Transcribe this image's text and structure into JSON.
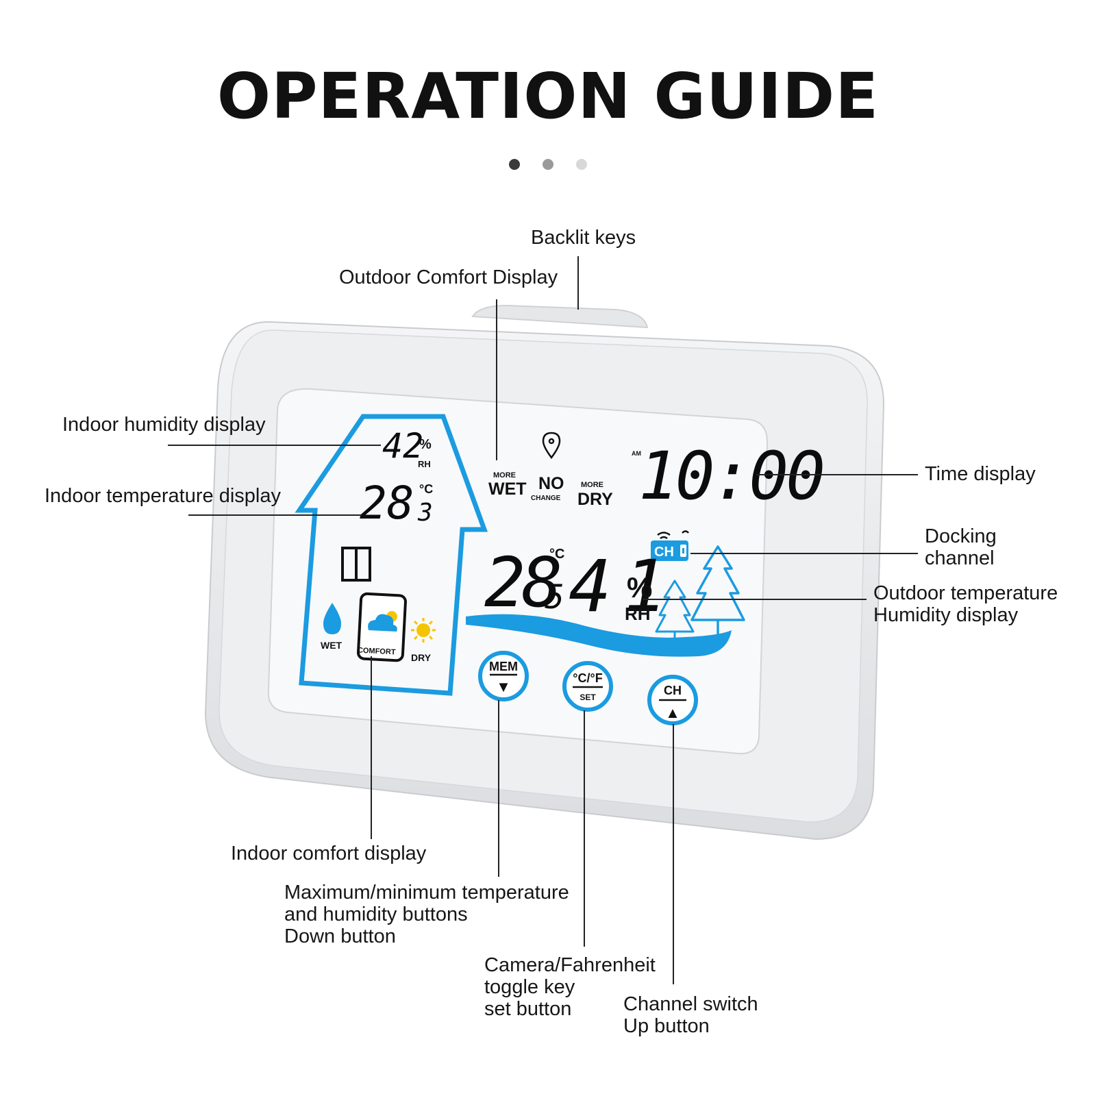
{
  "title": "OPERATION GUIDE",
  "pager": {
    "dots": [
      "#3a3a3a",
      "#9a9a9a",
      "#d8d8d8"
    ]
  },
  "labels": {
    "backlit_keys": "Backlit keys",
    "outdoor_comfort": "Outdoor Comfort Display",
    "indoor_humidity": "Indoor humidity display",
    "indoor_temperature": "Indoor temperature display",
    "time_display": "Time display",
    "docking_channel": "Docking\nchannel",
    "outdoor_temp_humidity": "Outdoor temperature\nHumidity display",
    "indoor_comfort": "Indoor comfort display",
    "mem_button": "Maximum/minimum temperature\nand humidity buttons\nDown button",
    "cf_button": "Camera/Fahrenheit\ntoggle key\nset button",
    "ch_button": "Channel switch\nUp button"
  },
  "device": {
    "indoor_humidity": "42",
    "indoor_humidity_unit": "%",
    "rh": "RH",
    "indoor_temp": "28",
    "indoor_temp_decimal": "3",
    "temp_unit": "°C",
    "outdoor_temp": "28",
    "outdoor_temp_decimal": "5",
    "outdoor_humidity": "41",
    "outdoor_humidity_unit": "%",
    "time": "10:00",
    "am": "AM",
    "comfort_more_wet_small": "MORE",
    "comfort_wet": "WET",
    "comfort_no": "NO",
    "comfort_change": "CHANGE",
    "comfort_more_dry_small": "MORE",
    "comfort_dry": "DRY",
    "channel": "CH",
    "indoor_wet": "WET",
    "indoor_comfort": "COMFORT",
    "indoor_dry": "DRY",
    "buttons": {
      "mem_top": "MEM",
      "mem_bottom": "▼",
      "cf_top": "°C/°F",
      "cf_bottom": "SET",
      "ch_top": "CH",
      "ch_bottom": "▲"
    }
  },
  "colors": {
    "accent_blue": "#1b9be0",
    "sun_yellow": "#f5c400",
    "lcd_bg": "#f7f8f9",
    "frame": "#e9eaec"
  }
}
